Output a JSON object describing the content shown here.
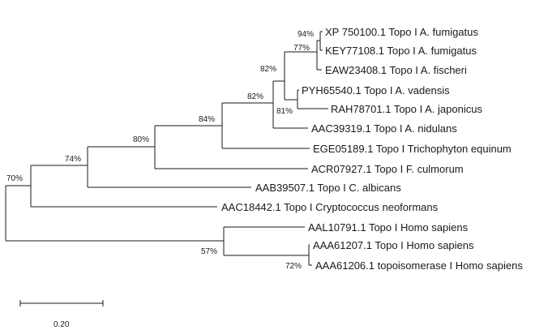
{
  "tree": {
    "leaves": [
      "XP 750100.1 Topo I A. fumigatus",
      "KEY77108.1 Topo I A. fumigatus",
      "EAW23408.1 Topo I A. fischeri",
      "PYH65540.1 Topo I A. vadensis",
      "RAH78701.1 Topo I A. japonicus",
      "AAC39319.1 Topo I A. nidulans",
      "EGE05189.1 Topo I Trichophyton equinum",
      "ACR07927.1 Topo I F. culmorum",
      "AAB39507.1 Topo I C. albicans",
      "AAC18442.1 Topo I Cryptococcus neoformans",
      "AAL10791.1 Topo I Homo sapiens",
      "AAA61207.1 Topo I Homo sapiens",
      "AAA61206.1 topoisomerase I Homo sapiens"
    ],
    "bootstrap": [
      "94%",
      "77%",
      "82%",
      "82%",
      "81%",
      "84%",
      "80%",
      "74%",
      "70%",
      "57%",
      "72%"
    ]
  },
  "scale_bar": {
    "value": "0.20"
  }
}
